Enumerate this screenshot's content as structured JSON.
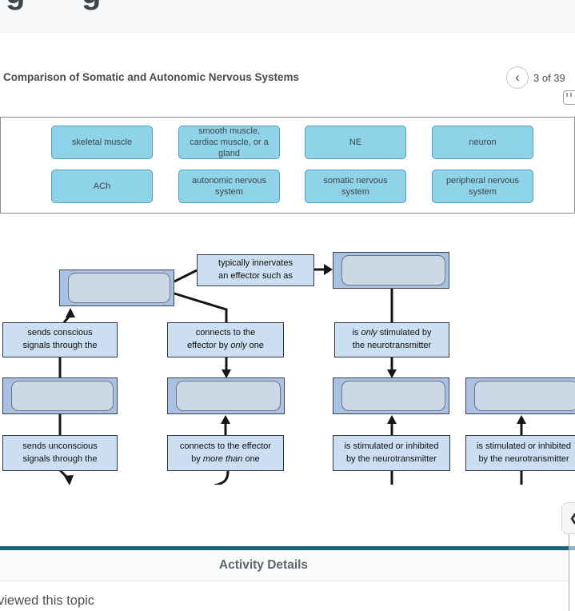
{
  "top_bar": {
    "glyph_fragments": [
      "g",
      "g"
    ]
  },
  "header": {
    "title": "Comparison of Somatic and Autonomic Nervous Systems",
    "pager": {
      "prev_icon": "‹",
      "position": "3 of 39"
    }
  },
  "word_bank": {
    "items": [
      {
        "label": "skeletal muscle"
      },
      {
        "label": "smooth muscle, cardiac muscle, or a gland"
      },
      {
        "label": "NE"
      },
      {
        "label": "neuron"
      },
      {
        "label": "ACh"
      },
      {
        "label": "autonomic nervous system"
      },
      {
        "label": "somatic nervous system"
      },
      {
        "label": "peripheral nervous system"
      }
    ]
  },
  "diagram": {
    "drop_zone_count": 6,
    "labels": {
      "typically": {
        "lines": [
          [
            {
              "t": "typically innervates"
            }
          ],
          [
            {
              "t": "an effector such as"
            }
          ]
        ]
      },
      "sends_conscious": {
        "lines": [
          [
            {
              "t": "sends conscious"
            }
          ],
          [
            {
              "t": "signals through the"
            }
          ]
        ]
      },
      "connects_only": {
        "lines": [
          [
            {
              "t": "connects to the"
            }
          ],
          [
            {
              "t": "effector by "
            },
            {
              "t": "only",
              "i": true
            },
            {
              "t": " one"
            }
          ]
        ]
      },
      "is_only": {
        "lines": [
          [
            {
              "t": "is "
            },
            {
              "t": "only",
              "i": true
            },
            {
              "t": " stimulated by"
            }
          ],
          [
            {
              "t": "the neurotransmitter"
            }
          ]
        ]
      },
      "sends_unconscious": {
        "lines": [
          [
            {
              "t": "sends unconscious"
            }
          ],
          [
            {
              "t": "signals through the"
            }
          ]
        ]
      },
      "connects_more": {
        "lines": [
          [
            {
              "t": "connects to the effector"
            }
          ],
          [
            {
              "t": "by "
            },
            {
              "t": "more than",
              "i": true
            },
            {
              "t": " one"
            }
          ]
        ]
      },
      "stim_inhib_1": {
        "lines": [
          [
            {
              "t": "is stimulated or inhibited"
            }
          ],
          [
            {
              "t": "by the neurotransmitter"
            }
          ]
        ]
      },
      "stim_inhib_2": {
        "lines": [
          [
            {
              "t": "is stimulated or inhibited"
            }
          ],
          [
            {
              "t": "by the neurotransmitter"
            }
          ]
        ]
      }
    }
  },
  "side_panel": {
    "collapse_icon": "❮"
  },
  "footer": {
    "activity_details_title": "Activity Details",
    "viewed_text": "viewed this topic"
  },
  "colors": {
    "chip_fill": "#8ed3e7",
    "chip_border": "#4f9fc0",
    "label_fill": "#cbdef2",
    "drop_outer_fill": "#a9c2e3",
    "drop_inner_fill": "#cdd8e6",
    "teal_bar": "#16677e"
  }
}
